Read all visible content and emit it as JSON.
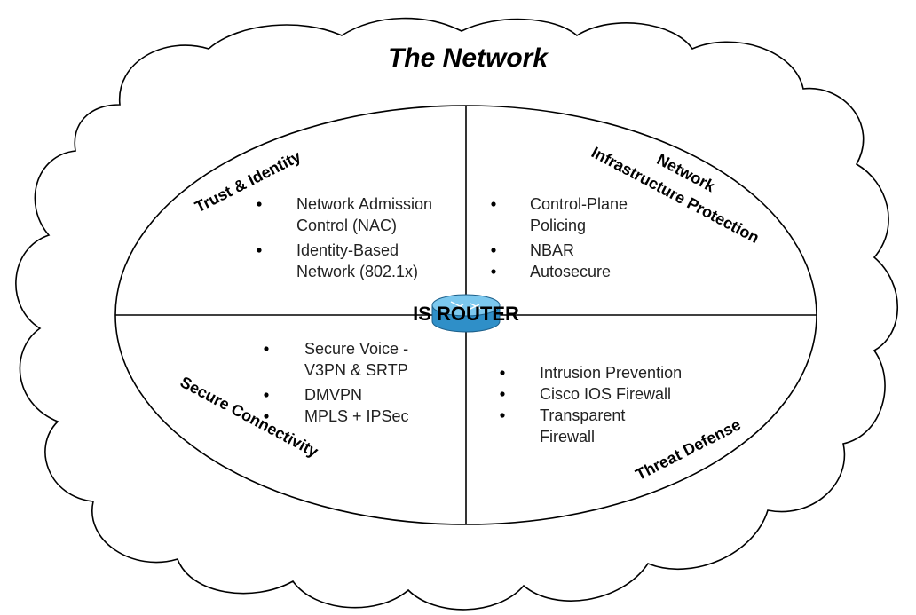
{
  "title": "The Network",
  "center_label": "IS ROUTER",
  "quadrants": {
    "top_left": {
      "label": "Trust & Identity",
      "bullets": [
        [
          "Network Admission",
          "Control (NAC)"
        ],
        [
          "Identity-Based",
          "Network (802.1x)"
        ]
      ]
    },
    "top_right": {
      "label_line1": "Network",
      "label_line2": "Infrastructure Protection",
      "bullets": [
        [
          "Control-Plane",
          "Policing"
        ],
        [
          "NBAR"
        ],
        [
          "Autosecure"
        ]
      ]
    },
    "bottom_left": {
      "label": "Secure Connectivity",
      "bullets": [
        [
          "Secure Voice -",
          "V3PN & SRTP"
        ],
        [
          "DMVPN"
        ],
        [
          "MPLS + IPSec"
        ]
      ]
    },
    "bottom_right": {
      "label": "Threat Defense",
      "bullets": [
        [
          "Intrusion Prevention"
        ],
        [
          "Cisco IOS Firewall"
        ],
        [
          "Transparent",
          "Firewall"
        ]
      ]
    }
  },
  "colors": {
    "outline": "#000000",
    "router_fill": "#3aa0d8",
    "router_top": "#7cc8ee",
    "background": "#ffffff"
  }
}
